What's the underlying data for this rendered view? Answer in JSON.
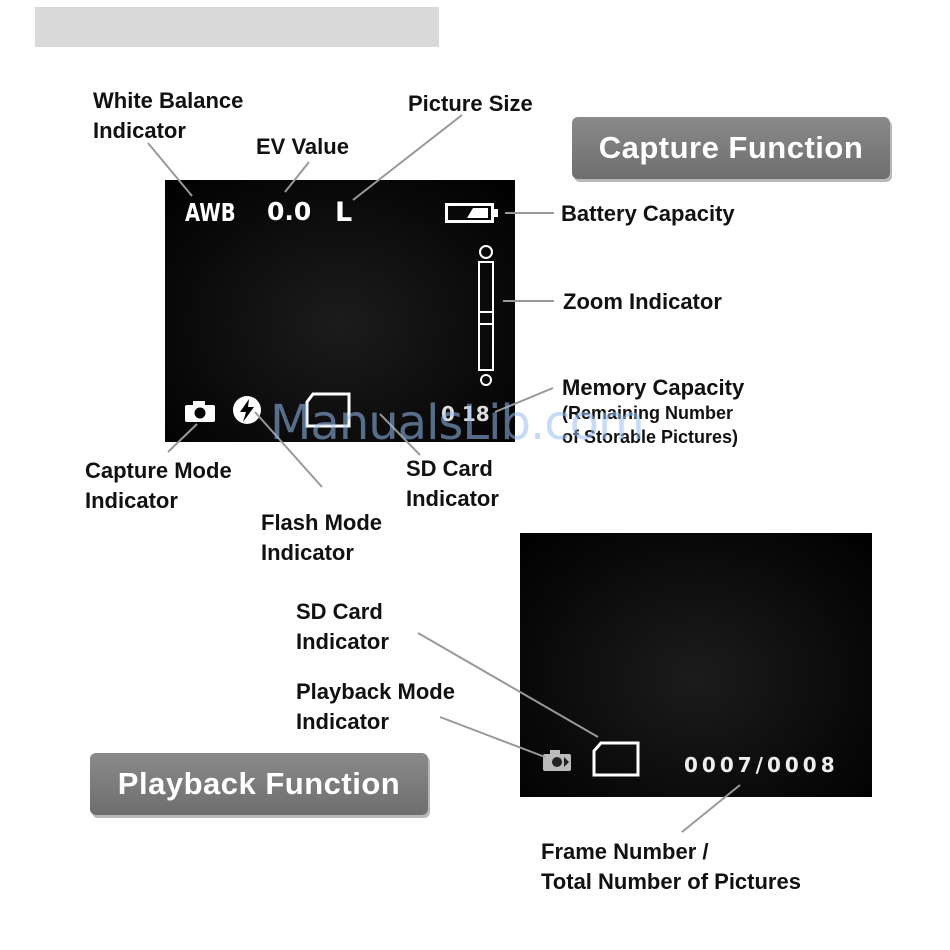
{
  "capture": {
    "title": "Capture Function",
    "osd": {
      "wb": "AWB",
      "ev": "0.0",
      "size": "L",
      "count": "0 18"
    },
    "labels": {
      "white_balance": [
        "White Balance",
        "Indicator"
      ],
      "ev_value": "EV Value",
      "picture_size": "Picture Size",
      "battery": "Battery Capacity",
      "zoom": "Zoom Indicator",
      "memory": "Memory Capacity",
      "memory_sub": [
        "(Remaining Number",
        "of Storable Pictures)"
      ],
      "capture_mode": [
        "Capture Mode",
        "Indicator"
      ],
      "flash_mode": [
        "Flash Mode",
        "Indicator"
      ],
      "sd_card": [
        "SD Card",
        "Indicator"
      ]
    }
  },
  "playback": {
    "title": "Playback Function",
    "osd": {
      "frame": "0007/0008"
    },
    "labels": {
      "sd_card": [
        "SD Card",
        "Indicator"
      ],
      "playback_mode": [
        "Playback Mode",
        "Indicator"
      ],
      "frame_number": [
        "Frame Number /",
        "Total Number of Pictures"
      ]
    }
  },
  "watermark": "ManualsLib.com"
}
